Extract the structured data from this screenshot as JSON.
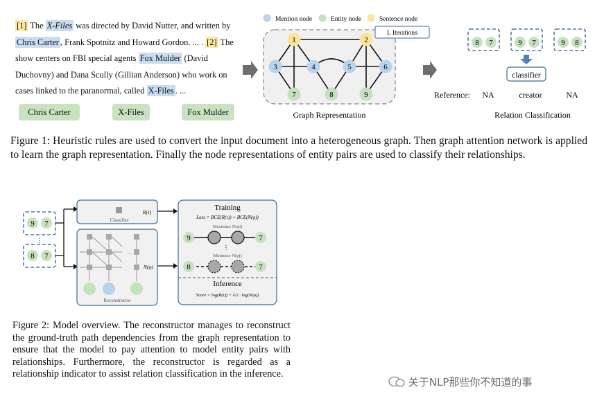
{
  "figure1": {
    "document": {
      "marker1": "[1]",
      "s1_the": "The",
      "s1_xfiles": "X-Files",
      "s1_rest": "was directed by David Nutter, and written by",
      "s1_chris": "Chris Carter",
      "s1_rest2": ", Frank Spotnitz and Howard Gordon. ... .",
      "marker2": "[2]",
      "s2_a": "The show centers on FBI special agents",
      "s2_fox": "Fox Mulder",
      "s2_b": "(David Duchovny) and Dana Scully (Gillian Anderson) who work on cases linked to the paranormal, called",
      "s2_xfiles": "X-Files",
      "s2_end": ". ..."
    },
    "entities": [
      "Chris Carter",
      "X-Files",
      "Fox Mulder"
    ],
    "legend": {
      "mention": "Mention node",
      "entity": "Entity node",
      "sentence": "Sentence node"
    },
    "iterations": "L Iterations",
    "graph_label": "Graph Representation",
    "nodes": {
      "s1": "1",
      "s2": "2",
      "m3": "3",
      "m4": "4",
      "m5": "5",
      "m6": "6",
      "e7": "7",
      "e8": "8",
      "e9": "9"
    },
    "pairs": [
      [
        "8",
        "7"
      ],
      [
        "9",
        "7"
      ],
      [
        "9",
        "8"
      ]
    ],
    "classifier": "classifier",
    "reference_label": "Reference:",
    "references": [
      "NA",
      "creator",
      "NA"
    ],
    "rc_label": "Relation Classification",
    "caption": "Figure 1: Heuristic rules are used to convert the input document into a heterogeneous graph. Then graph attention network is applied to learn the graph representation. Finally the node representations of entity pairs are used to classify their relationships."
  },
  "figure2": {
    "pairs": [
      [
        "9",
        "7"
      ],
      [
        "8",
        "7"
      ]
    ],
    "classifier": "Classifier",
    "reconstructor": "Reconstructor",
    "r_label": "R(τ)",
    "n_label": "N(φ)",
    "training": "Training",
    "loss": "Loss = BCE(R(τ)) + BCE(N(φ))",
    "maximize": "Maximize N(φi)",
    "minimize": "Minimize N(φj)",
    "inference": "Inference",
    "score": "Score = log(R(τ)) + λ/2 · log(N(φ))",
    "path_pos": [
      "9",
      "7"
    ],
    "path_neg": [
      "8",
      "7"
    ],
    "caption": "Figure 2: Model overview. The reconstructor manages to reconstruct the ground-truth path dependencies from the graph representation to ensure that the model to pay attention to model entity pairs with relationships. Furthermore, the reconstructor is regarded as a relationship indicator to assist relation classification in the inference."
  },
  "watermark": "关于NLP那些你不知道的事",
  "colors": {
    "sentence": "#fde39a",
    "mention": "#b8d3ec",
    "entity": "#c3e2bd",
    "frame": "#3d6a9a",
    "dash": "#2d5b8c"
  }
}
